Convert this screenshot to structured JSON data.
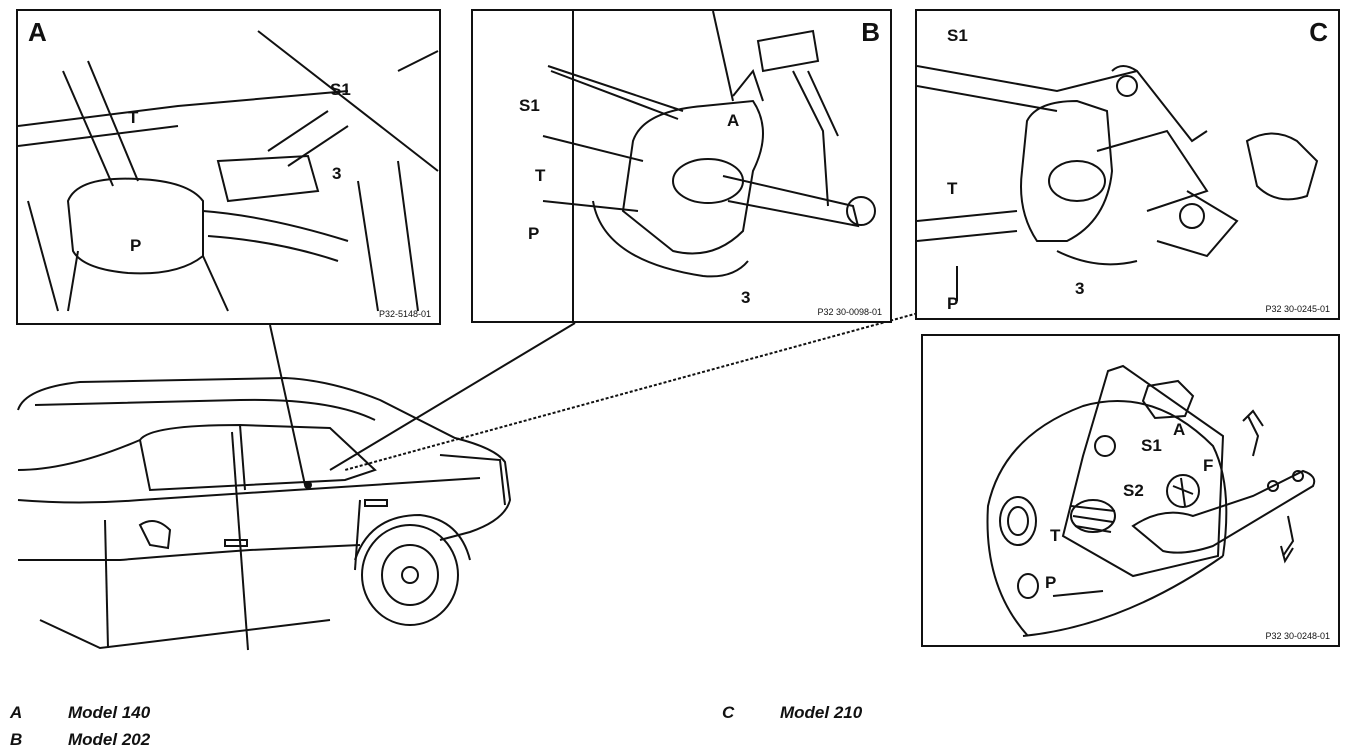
{
  "panels": {
    "a": {
      "letter": "A",
      "code": "P32-5148-01",
      "labels": {
        "s1": "S1",
        "t": "T",
        "three": "3",
        "p": "P"
      }
    },
    "b": {
      "letter": "B",
      "code": "P32 30-0098-01",
      "labels": {
        "s1": "S1",
        "t": "T",
        "p": "P",
        "a": "A",
        "three": "3"
      }
    },
    "c": {
      "letter": "C",
      "code": "P32 30-0245-01",
      "labels": {
        "s1": "S1",
        "t": "T",
        "p": "P",
        "three": "3"
      }
    },
    "d": {
      "code": "P32 30-0248-01",
      "labels": {
        "s1": "S1",
        "a": "A",
        "s2": "S2",
        "f": "F",
        "t": "T",
        "p": "P"
      }
    }
  },
  "legend": [
    {
      "key": "A",
      "text": "Model 140"
    },
    {
      "key": "B",
      "text": "Model 202"
    },
    {
      "key": "C",
      "text": "Model 210"
    }
  ]
}
